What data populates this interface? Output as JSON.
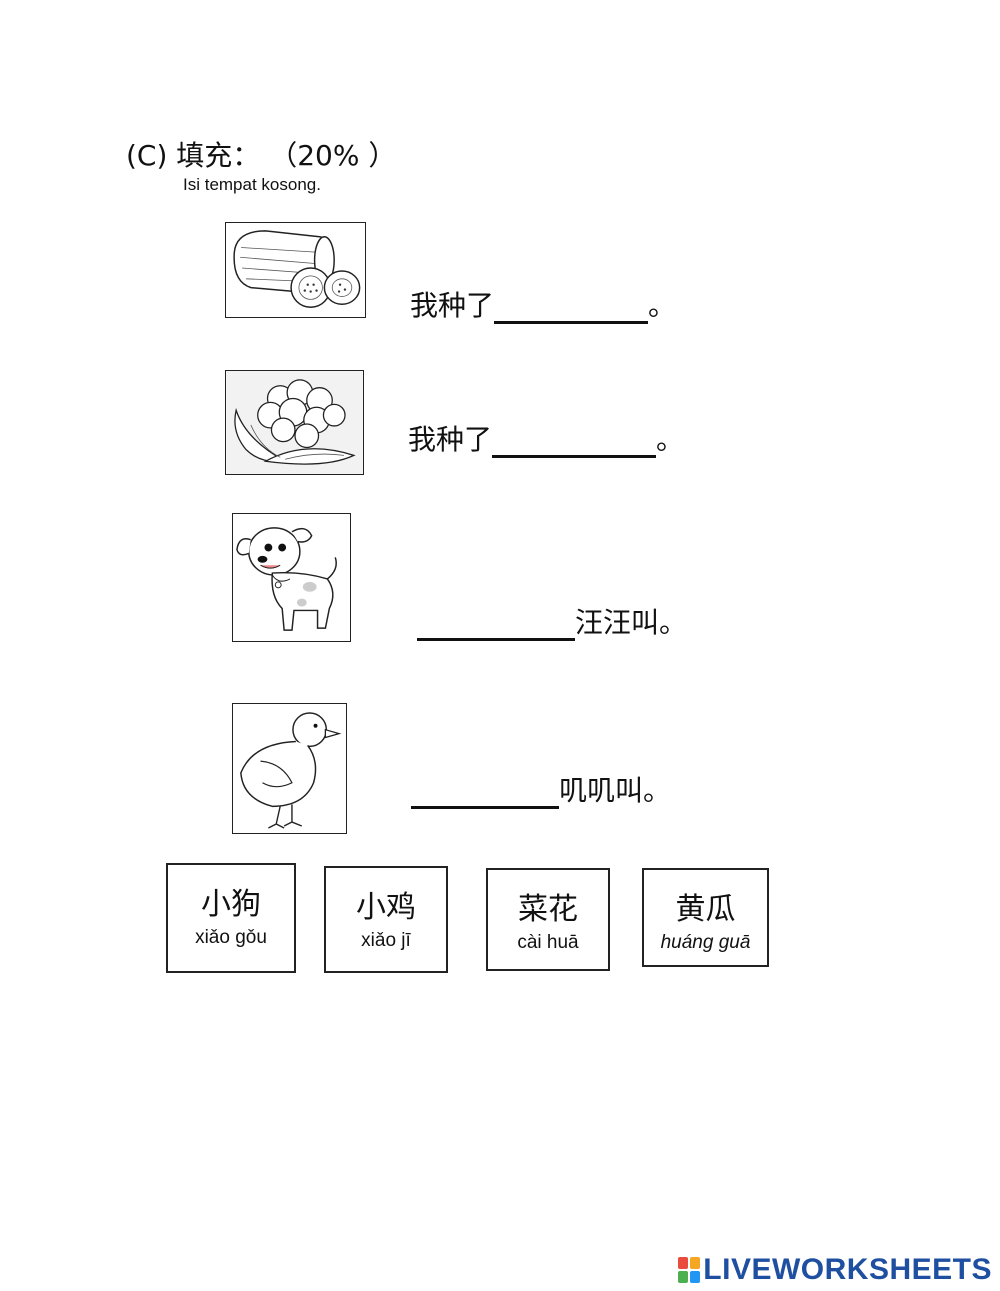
{
  "section": {
    "title": "(C) 填充： （20% ）",
    "subtitle": "Isi tempat kosong."
  },
  "questions": [
    {
      "picture": "cucumber-picture",
      "before": "我种了",
      "after": "。"
    },
    {
      "picture": "cauliflower-picture",
      "before": "我种了",
      "after": "。"
    },
    {
      "picture": "dog-picture",
      "before": "",
      "after": "汪汪叫。"
    },
    {
      "picture": "chick-picture",
      "before": "",
      "after": "叽叽叫。"
    }
  ],
  "word_bank": [
    {
      "hanzi": "小狗",
      "pinyin": "xiǎo gǒu"
    },
    {
      "hanzi": "小鸡",
      "pinyin": "xiǎo jī"
    },
    {
      "hanzi": "菜花",
      "pinyin": "cài huā"
    },
    {
      "hanzi": "黄瓜",
      "pinyin": "huáng guā"
    }
  ],
  "footer": {
    "logo_text": "LIVEWORKSHEETS",
    "logo_colors": [
      "#e94b3c",
      "#f5a623",
      "#4caf50",
      "#2196f3"
    ]
  }
}
